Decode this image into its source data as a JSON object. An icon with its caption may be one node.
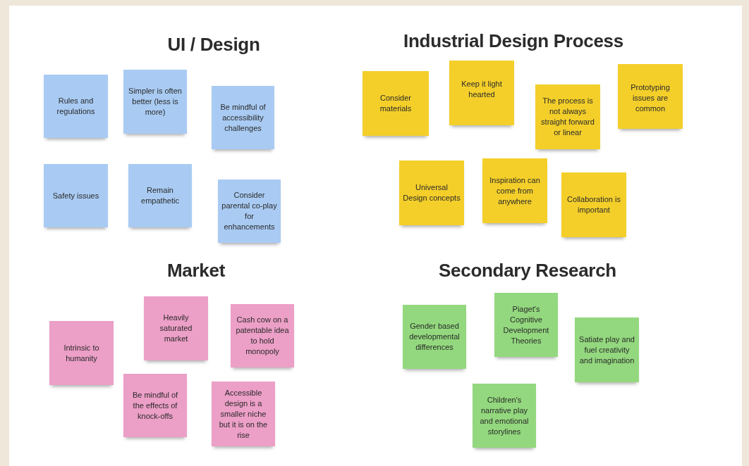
{
  "diagram": {
    "nodes": [
      {
        "text": [
          "Rules and regulations"
        ]
      },
      {
        "text": [
          "Simpler is often better (less is more)"
        ]
      },
      {
        "text": [
          "Be mindful of accessibility challenges"
        ]
      },
      {
        "text": [
          "Safety issues"
        ]
      },
      {
        "text": [
          "Remain empathetic"
        ]
      },
      {
        "text": [
          "Consider parental co-play for enhancements"
        ]
      },
      {
        "text": [
          "Consider materials"
        ]
      },
      {
        "text": [
          "Keep it light hearted"
        ]
      },
      {
        "text": [
          "The process is not always straight forward or linear"
        ]
      },
      {
        "text": [
          "Prototyping issues are common"
        ]
      },
      {
        "text": [
          "Universal Design concepts"
        ]
      },
      {
        "text": [
          "Inspiration can come from anywhere"
        ]
      },
      {
        "text": [
          "Collaboration is important"
        ]
      },
      {
        "text": [
          "Intrinsic to humanity"
        ]
      },
      {
        "text": [
          "Heavily saturated market"
        ]
      },
      {
        "text": [
          "Cash cow on a patentable idea to hold monopoly"
        ]
      },
      {
        "text": [
          "Be mindful of the effects of knock-offs"
        ]
      },
      {
        "text": [
          "Accessible design is a smaller niche but it is on the rise"
        ]
      },
      {
        "text": [
          "Gender based developmental differences"
        ]
      },
      {
        "text": [
          "Piaget's Cognitive Development Theories"
        ]
      },
      {
        "text": [
          "Satiate play and fuel creativity and imagination"
        ]
      },
      {
        "text": [
          "Children's narrative play and emotional storylines"
        ]
      }
    ],
    "edges": [],
    "labels": [
      "UI / Design",
      "Industrial Design Process",
      "Market",
      "Secondary Research"
    ]
  }
}
